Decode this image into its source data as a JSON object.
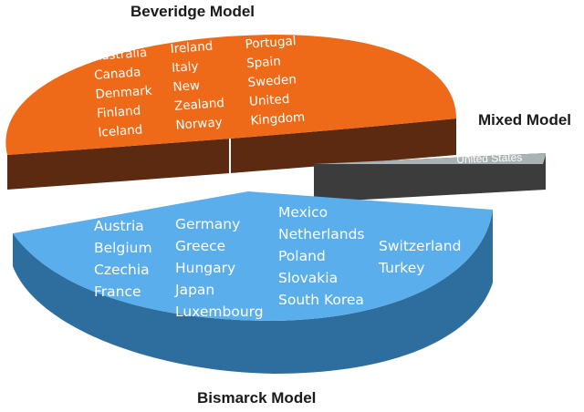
{
  "colors": {
    "beveridge_top": "#EE6A18",
    "beveridge_side": "#5C2A10",
    "bismarck_top": "#5AAEEC",
    "bismarck_side": "#2E6E9E",
    "mixed_top": "#A9B2B4",
    "mixed_side": "#3C3C3C"
  },
  "segments": {
    "beveridge": {
      "title": "Beveridge Model",
      "columns": [
        [
          "Australia",
          "Canada",
          "Denmark",
          "Finland",
          "Iceland"
        ],
        [
          "Ireland",
          "Italy",
          "New",
          "Zealand",
          "Norway"
        ],
        [
          "Portugal",
          "Spain",
          "Sweden",
          "United",
          "Kingdom"
        ]
      ]
    },
    "mixed": {
      "title": "Mixed Model",
      "countries": [
        "United States"
      ]
    },
    "bismarck": {
      "title": "Bismarck Model",
      "columns": [
        [
          "Austria",
          "Belgium",
          "Czechia",
          "France"
        ],
        [
          "Germany",
          "Greece",
          "Hungary",
          "Japan",
          "Luxembourg"
        ],
        [
          "Mexico",
          "Netherlands",
          "Poland",
          "Slovakia",
          "South Korea"
        ],
        [
          "Switzerland",
          "Turkey"
        ]
      ]
    }
  }
}
